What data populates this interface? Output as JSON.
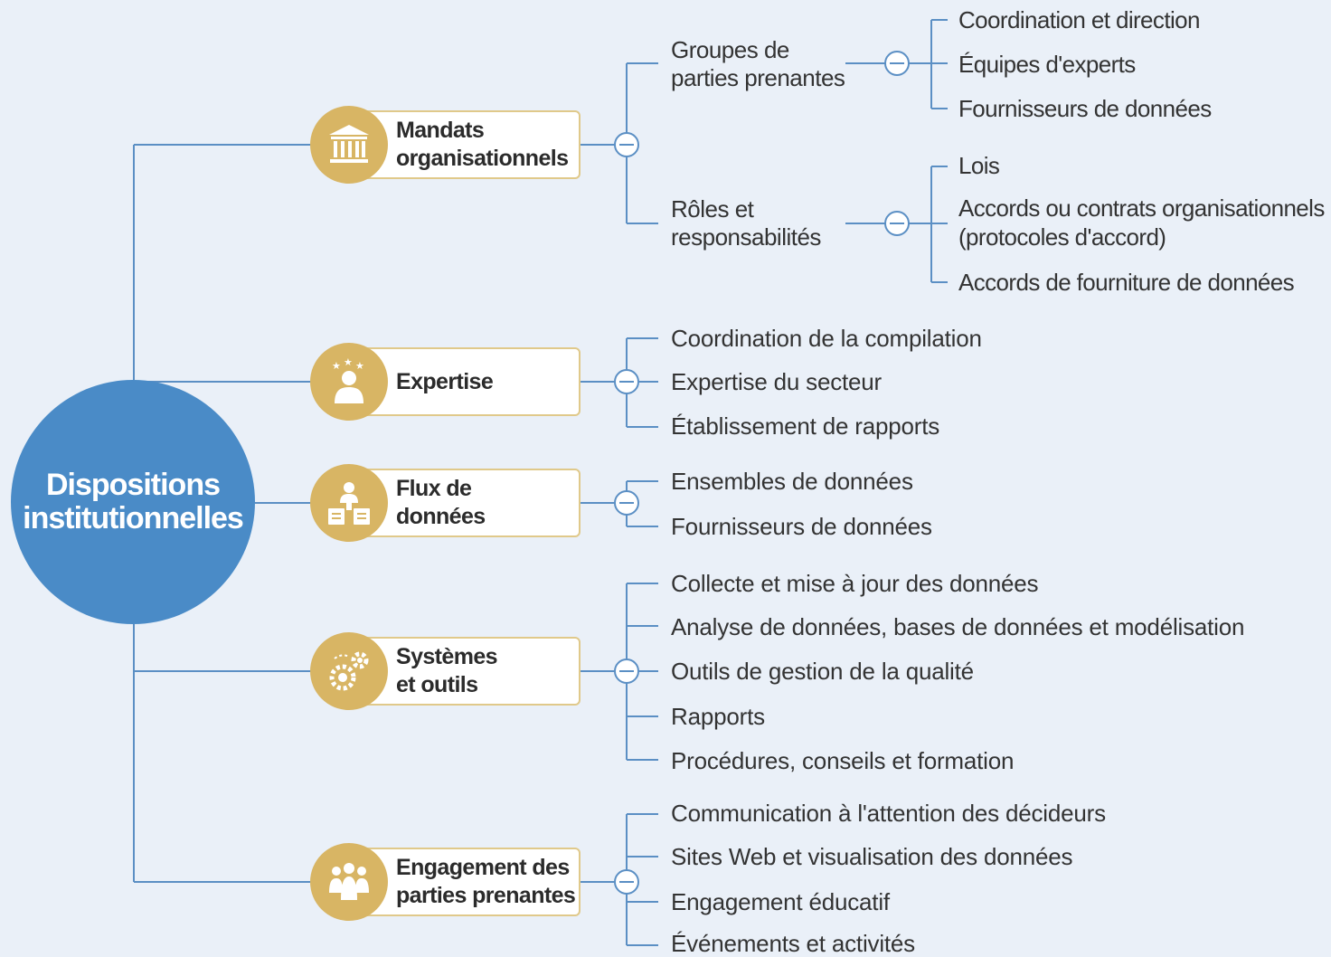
{
  "root": {
    "label_line1": "Dispositions",
    "label_line2": "institutionnelles"
  },
  "colors": {
    "root": "#4a8bc7",
    "icon": "#d8b564",
    "box_border": "#e0c98a",
    "line": "#5b8fc4",
    "background": "#eaf0f8"
  },
  "branches": [
    {
      "icon": "institution-building-icon",
      "label_line1": "Mandats",
      "label_line2": "organisationnels",
      "groups": [
        {
          "label_line1": "Groupes de",
          "label_line2": "parties prenantes",
          "items": [
            "Coordination et direction",
            "Équipes d'experts",
            "Fournisseurs de données"
          ]
        },
        {
          "label_line1": "Rôles et",
          "label_line2": "responsabilités",
          "items": [
            "Lois",
            "Accords ou contrats organisationnels",
            "(protocoles d'accord)",
            "Accords de fourniture de données"
          ]
        }
      ]
    },
    {
      "icon": "expert-person-stars-icon",
      "label_line1": "Expertise",
      "label_line2": "",
      "items": [
        "Coordination de la compilation",
        "Expertise du secteur",
        "Établissement de rapports"
      ]
    },
    {
      "icon": "data-flow-person-icon",
      "label_line1": "Flux de",
      "label_line2": "données",
      "items": [
        "Ensembles de données",
        "Fournisseurs de données"
      ]
    },
    {
      "icon": "gears-tools-icon",
      "label_line1": "Systèmes",
      "label_line2": "et outils",
      "items": [
        "Collecte et mise à jour des données",
        "Analyse de données, bases de données et modélisation",
        "Outils de gestion de la qualité",
        "Rapports",
        "Procédures, conseils et formation"
      ]
    },
    {
      "icon": "people-group-icon",
      "label_line1": "Engagement des",
      "label_line2": "parties prenantes",
      "items": [
        "Communication à l'attention des décideurs",
        "Sites Web et visualisation des données",
        "Engagement éducatif",
        "Événements et activités"
      ]
    }
  ]
}
